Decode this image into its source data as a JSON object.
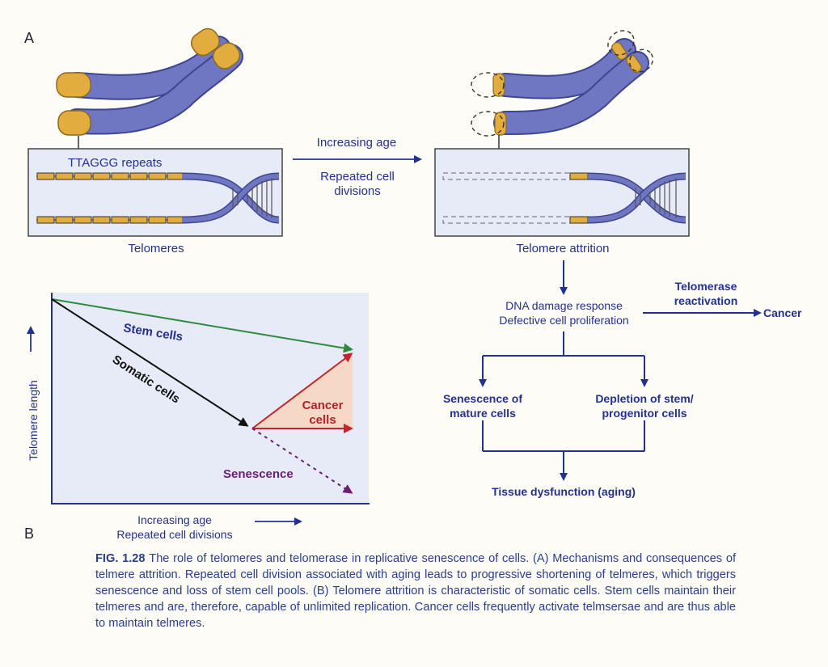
{
  "panel_a": {
    "letter": "A",
    "telomeres_box": {
      "repeats_label": "TTAGGG repeats",
      "caption": "Telomeres"
    },
    "middle_arrow": {
      "top_label": "Increasing age",
      "bottom_label": "Repeated cell divisions"
    },
    "attrition_box": {
      "caption": "Telomere attrition"
    },
    "flow": {
      "dna_damage": "DNA damage response\nDefective cell proliferation",
      "telomerase": "Telomerase reactivation",
      "cancer": "Cancer",
      "senescence_mature": "Senescence of mature cells",
      "depletion": "Depletion of stem/ progenitor cells",
      "tissue": "Tissue dysfunction (aging)"
    }
  },
  "panel_b": {
    "letter": "B",
    "ylabel": "Telomere length",
    "xlabel": "Increasing age\nRepeated cell divisions",
    "labels": {
      "stem": "Stem cells",
      "somatic": "Somatic cells",
      "cancer": "Cancer cells",
      "senescence": "Senescence"
    }
  },
  "figure_caption": {
    "fig_label": "FIG. 1.28",
    "text": "The role of telomeres and telomerase in replicative senescence of cells. (A) Mechanisms and consequences of telmere attrition. Repeated cell division associated with aging leads to progressive shortening of telmeres, which triggers senescence and loss of stem cell pools. (B) Telomere attrition is characteristic of somatic cells. Stem cells maintain their telmeres and are, therefore, capable of unlimited replication. Cancer cells frequently activate telmsersae and are thus able to maintain telmeres."
  },
  "colors": {
    "chromatid": "#6f77c2",
    "telomere_cap": "#e2ad3e",
    "flow_blue": "#23318f",
    "stem_line": "#2e8b3e",
    "somatic_line": "#111111",
    "cancer_line": "#c0262c",
    "cancer_fill": "#f5d9c6",
    "senescence": "#6b1e73"
  }
}
